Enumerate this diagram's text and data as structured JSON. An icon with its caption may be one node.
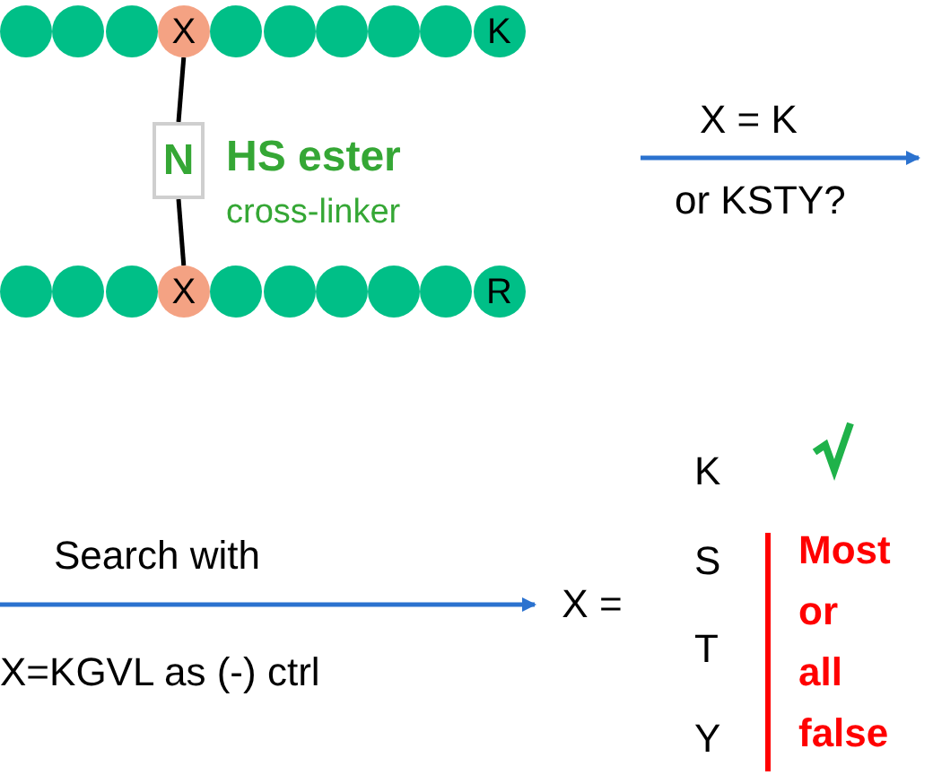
{
  "diagram": {
    "nodes": [
      {
        "text": [],
        "shape": "circle"
      },
      {
        "text": [],
        "shape": "circle"
      },
      {
        "text": [],
        "shape": "circle"
      },
      {
        "text": [
          "X"
        ]
      },
      {
        "text": [],
        "shape": "circle"
      },
      {
        "text": [],
        "shape": "circle"
      },
      {
        "text": [],
        "shape": "circle"
      },
      {
        "text": [],
        "shape": "circle"
      },
      {
        "text": [],
        "shape": "circle"
      },
      {
        "text": [
          "K"
        ]
      },
      {
        "text": [
          "N"
        ],
        "beside": [
          "HS ester",
          "cross-linker"
        ]
      },
      {
        "text": [],
        "shape": "circle"
      },
      {
        "text": [],
        "shape": "circle"
      },
      {
        "text": [],
        "shape": "circle"
      },
      {
        "text": [
          "X"
        ]
      },
      {
        "text": [],
        "shape": "circle"
      },
      {
        "text": [],
        "shape": "circle"
      },
      {
        "text": [],
        "shape": "circle"
      },
      {
        "text": [],
        "shape": "circle"
      },
      {
        "text": [],
        "shape": "circle"
      },
      {
        "text": [
          "R"
        ]
      },
      {
        "text": [
          "X ="
        ]
      }
    ],
    "edges": [
      {
        "from": 3,
        "to": 10,
        "arrow": "none"
      },
      {
        "from": 10,
        "to": 14,
        "arrow": "none"
      },
      {
        "from": null,
        "to": 21,
        "arrow": "to",
        "label": "Search with",
        "color": "#2b72cf"
      }
    ],
    "labels": [
      "X = K",
      "or KSTY?",
      "X=KGVL as (-) ctrl",
      "K",
      "S",
      "T",
      "Y",
      "Most or all false"
    ]
  }
}
